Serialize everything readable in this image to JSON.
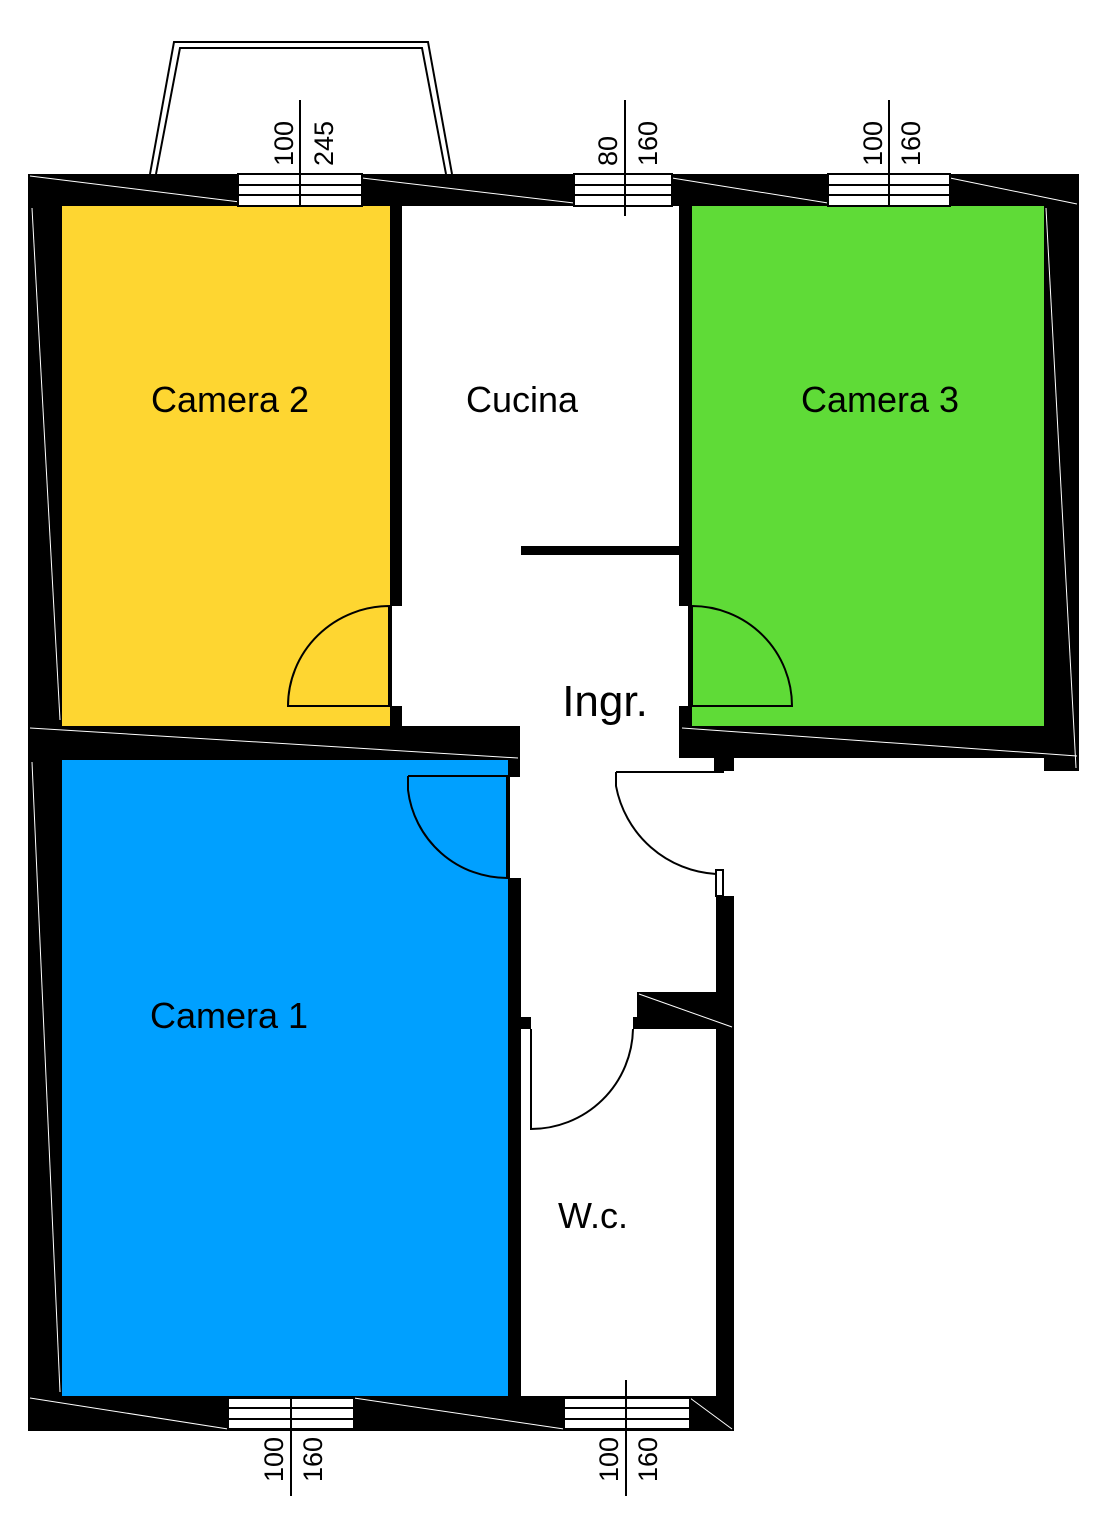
{
  "colors": {
    "camera_2": "#FED631",
    "camera_3": "#5FDB37",
    "camera_1": "#00A0FF",
    "wall": "#000000",
    "background": "#FFFFFF"
  },
  "rooms": {
    "camera_2": "Camera 2",
    "cucina": "Cucina",
    "camera_3": "Camera 3",
    "ingresso": "Ingr.",
    "camera_1": "Camera 1",
    "wc": "W.c."
  },
  "windows": [
    {
      "id": "cam2",
      "width": "100",
      "height": "245"
    },
    {
      "id": "cucina",
      "width": "80",
      "height": "160"
    },
    {
      "id": "cam3",
      "width": "100",
      "height": "160"
    },
    {
      "id": "cam1",
      "width": "100",
      "height": "160"
    },
    {
      "id": "wc",
      "width": "100",
      "height": "160"
    }
  ]
}
